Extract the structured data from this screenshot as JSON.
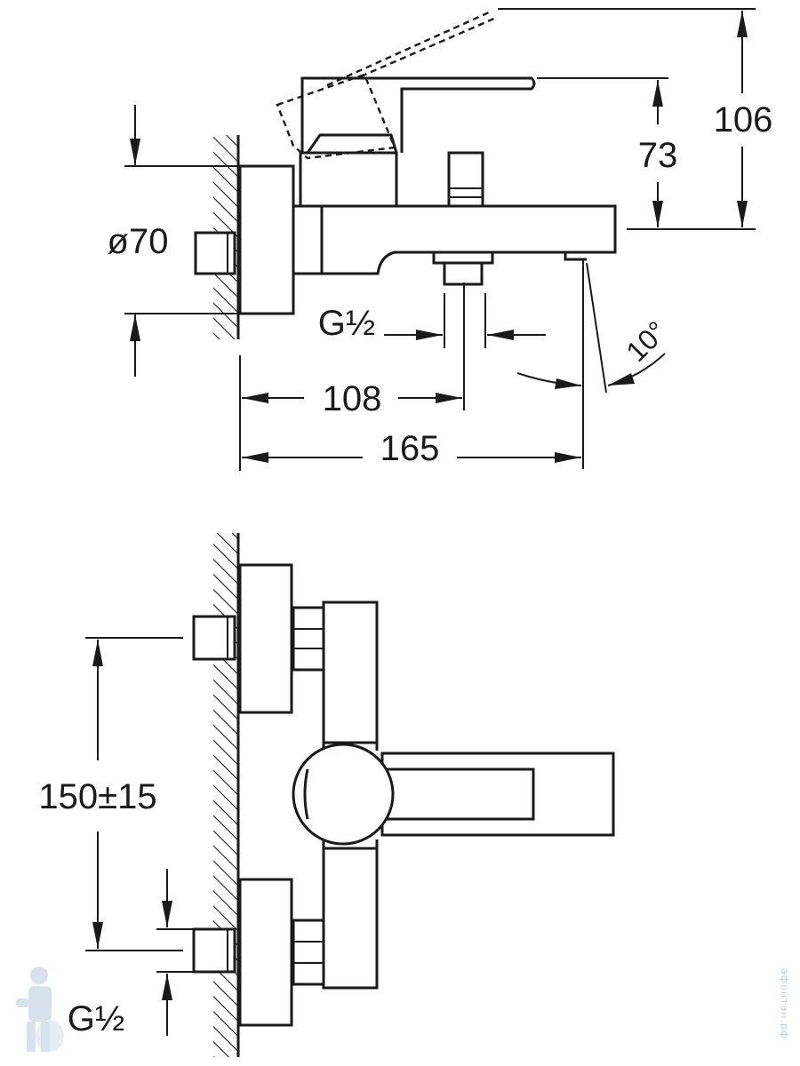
{
  "dimensions": {
    "height_total": "106",
    "height_spout": "73",
    "rosette_diameter": "ø70",
    "thread_top": "G½",
    "outlet_offset": "108",
    "total_depth": "165",
    "spout_angle": "10°",
    "connection_spacing": "150±15",
    "thread_bottom": "G½"
  },
  "watermark": {
    "text": "афонтан.рф",
    "mascot": "plumber-mascot-icon"
  },
  "colors": {
    "line": "#1a1a1a",
    "watermark": "#b9cbe0"
  }
}
